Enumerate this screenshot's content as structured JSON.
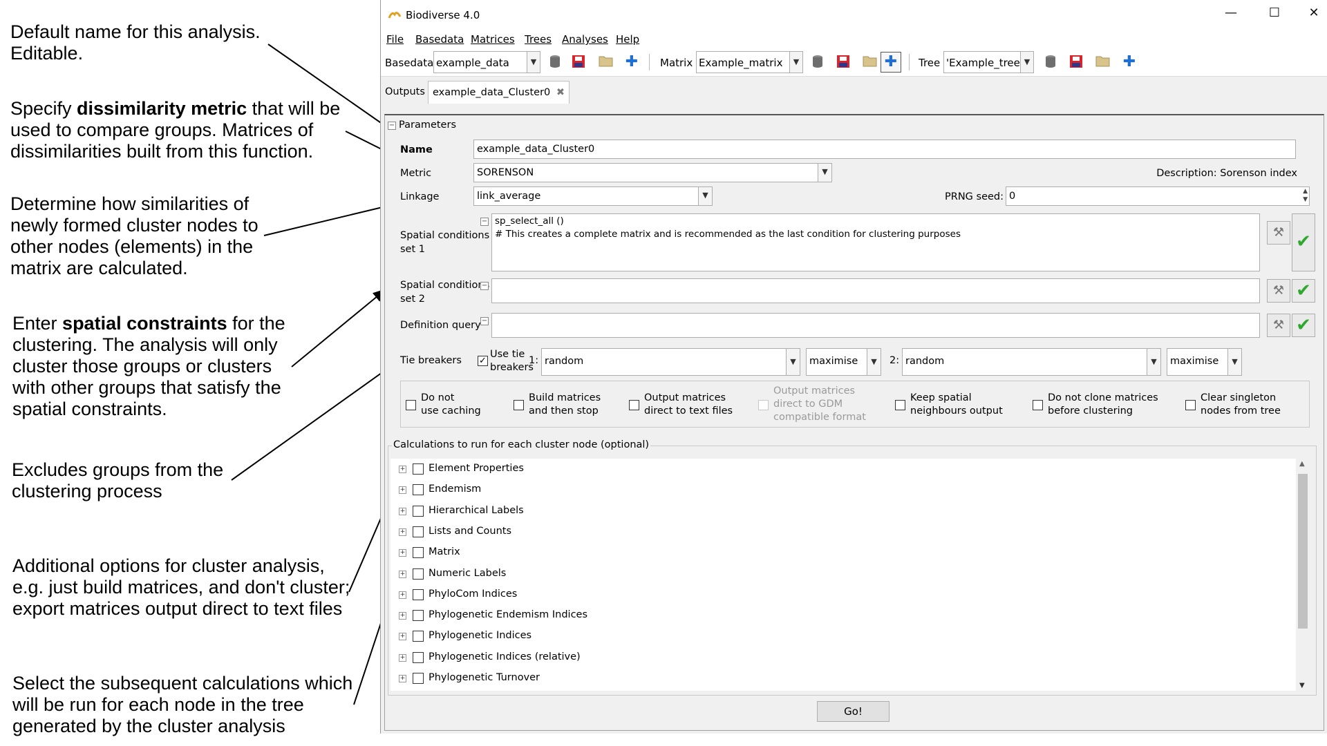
{
  "annotations": {
    "a1": [
      "Default name for this analysis.",
      "Editable."
    ],
    "a2": {
      "pre": "Specify ",
      "bold": "dissimilarity metric",
      "post": " that will be",
      "lines": [
        "used to compare groups. Matrices of",
        "dissimilarities built from this function."
      ]
    },
    "a3": [
      "Determine how similarities of",
      "newly formed cluster nodes to",
      "other nodes (elements) in the",
      "matrix are calculated."
    ],
    "a4": {
      "pre": "Enter ",
      "bold": "spatial constraints",
      "post": " for the",
      "lines": [
        "clustering. The analysis will only",
        "cluster those groups or clusters",
        "with other groups that satisfy the",
        "spatial constraints."
      ]
    },
    "a5": [
      "Excludes groups from the",
      "clustering process"
    ],
    "a6": [
      "Additional options for cluster analysis,",
      "e.g. just build matrices, and don't cluster;",
      "export matrices output direct to text files"
    ],
    "a7": [
      "Select the subsequent calculations which",
      "will be run for each node in the tree",
      "generated by the cluster analysis"
    ]
  },
  "window": {
    "title": "Biodiverse 4.0",
    "controls": {
      "minimize": "—",
      "maximize": "☐",
      "close": "✕"
    },
    "menu": [
      "File",
      "Basedata",
      "Matrices",
      "Trees",
      "Analyses",
      "Help"
    ]
  },
  "toolbar": {
    "basedata_label": "Basedata",
    "basedata_value": "example_data",
    "matrix_label": "Matrix",
    "matrix_value": "Example_matrix",
    "tree_label": "Tree",
    "tree_value": "'Example_tree'"
  },
  "tabs": {
    "outputs": "Outputs",
    "active": "example_data_Cluster0",
    "close_glyph": "✖"
  },
  "params": {
    "section_label": "Parameters",
    "name_label": "Name",
    "name_value": "example_data_Cluster0",
    "metric_label": "Metric",
    "metric_value": "SORENSON",
    "description": "Description: Sorenson index",
    "linkage_label": "Linkage",
    "linkage_value": "link_average",
    "prng_label": "PRNG seed:",
    "prng_value": "0",
    "sp1_label": [
      "Spatial conditions",
      "set 1"
    ],
    "sp1_text": [
      "sp_select_all ()",
      "#  This creates a complete matrix and is recommended as the last condition for clustering purposes"
    ],
    "sp2_label": [
      "Spatial conditions",
      "set 2"
    ],
    "def_label": "Definition query",
    "tie_label": "Tie breakers",
    "use_tie_label": [
      "Use tie",
      "breakers"
    ],
    "tie1_label": "1:",
    "tie1_value": "random",
    "tie1_mode": "maximise",
    "tie2_label": "2:",
    "tie2_value": "random",
    "tie2_mode": "maximise"
  },
  "options": [
    {
      "lines": [
        "Do not",
        "use caching"
      ],
      "checked": false,
      "disabled": false
    },
    {
      "lines": [
        "Build matrices",
        "and then stop"
      ],
      "checked": false,
      "disabled": false
    },
    {
      "lines": [
        "Output matrices",
        "direct to text files"
      ],
      "checked": false,
      "disabled": false
    },
    {
      "lines": [
        "Output matrices",
        "direct to GDM",
        "compatible format"
      ],
      "checked": false,
      "disabled": true
    },
    {
      "lines": [
        "Keep spatial",
        "neighbours output"
      ],
      "checked": false,
      "disabled": false
    },
    {
      "lines": [
        "Do not clone matrices",
        "before clustering"
      ],
      "checked": false,
      "disabled": false
    },
    {
      "lines": [
        "Clear singleton",
        "nodes from tree"
      ],
      "checked": false,
      "disabled": false
    }
  ],
  "calculations": {
    "group_label": "Calculations to run for each cluster node (optional)",
    "items": [
      "Element Properties",
      "Endemism",
      "Hierarchical Labels",
      "Lists and Counts",
      "Matrix",
      "Numeric Labels",
      "PhyloCom Indices",
      "Phylogenetic Endemism Indices",
      "Phylogenetic Indices",
      "Phylogenetic Indices (relative)",
      "Phylogenetic Turnover"
    ]
  },
  "go_label": "Go!",
  "colors": {
    "save_red": "#d9242c",
    "add_blue": "#1f6fd1",
    "check_green": "#2fa82f",
    "folder": "#d8c38a"
  }
}
